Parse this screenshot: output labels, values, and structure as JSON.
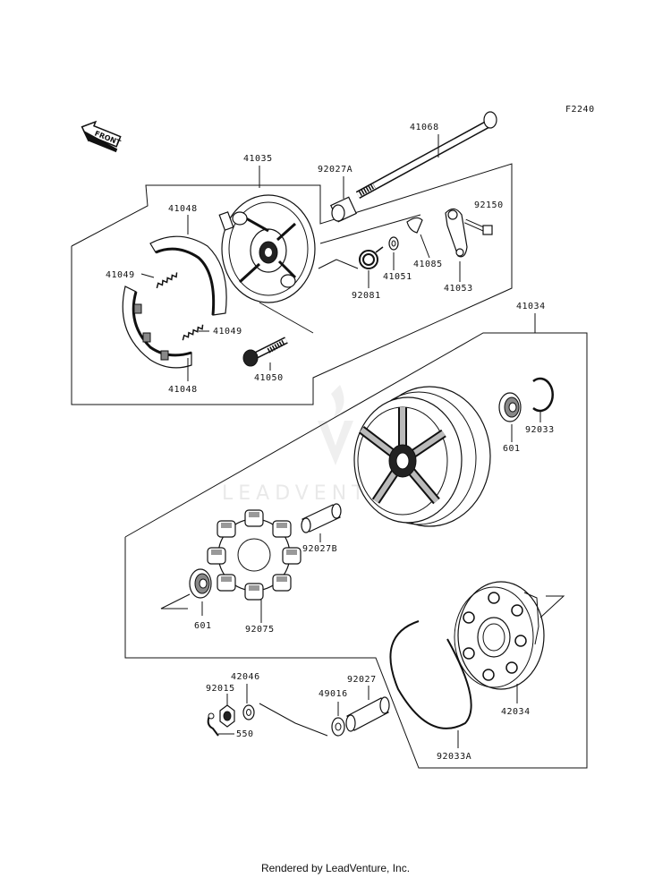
{
  "diagram_code": "F2240",
  "front_label": "FRONT",
  "watermark": "LEADVENTURE",
  "footer": "Rendered by LeadVenture, Inc.",
  "parts": {
    "p41068": "41068",
    "p41035": "41035",
    "p92027A": "92027A",
    "p41048_top": "41048",
    "p92150": "92150",
    "p41049_top": "41049",
    "p41085": "41085",
    "p41051": "41051",
    "p92081": "92081",
    "p41053": "41053",
    "p41049_bot": "41049",
    "p41048_bot": "41048",
    "p41050": "41050",
    "p41034": "41034",
    "p601_right": "601",
    "p92033": "92033",
    "p92027B": "92027B",
    "p601_left": "601",
    "p92075": "92075",
    "p42046": "42046",
    "p92015": "92015",
    "p92027": "92027",
    "p49016": "49016",
    "p550": "550",
    "p92033A": "92033A",
    "p42034": "42034"
  }
}
